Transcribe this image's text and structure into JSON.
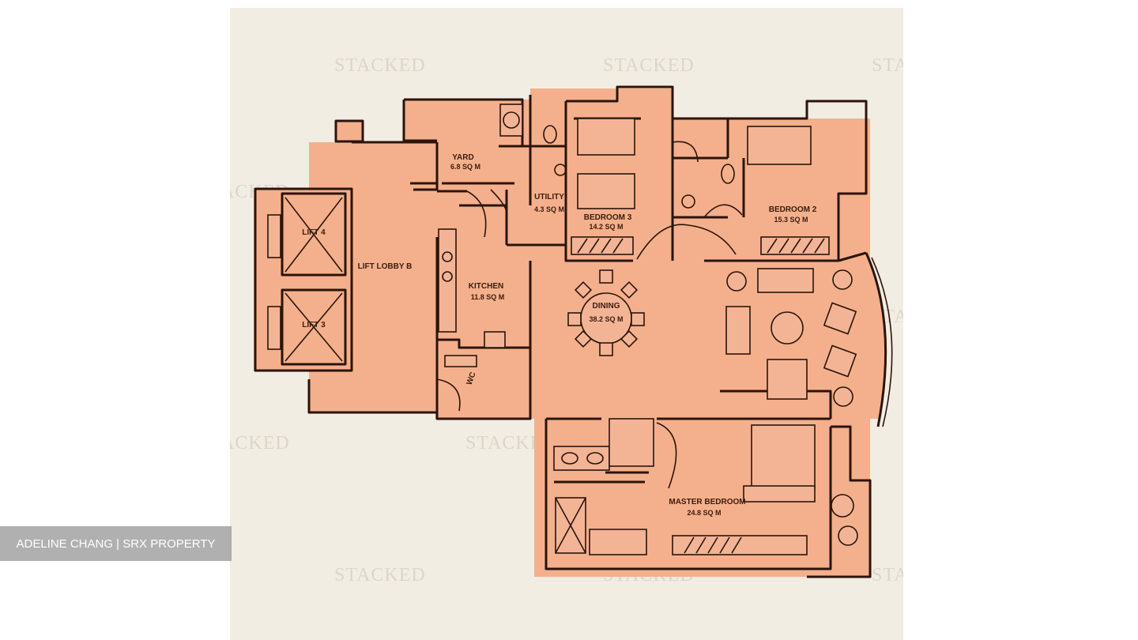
{
  "watermark": "STACKED",
  "credit": "ADELINE CHANG | SRX PROPERTY",
  "colors": {
    "paper": "#f2ede3",
    "floor": "#f4b08c",
    "wall": "#2b140a",
    "watermark": "#ddd5c8",
    "credit_bg": "#969696"
  },
  "rooms": {
    "yard": {
      "label": "YARD",
      "area": "6.8 SQ M"
    },
    "utility": {
      "label": "UTILITY",
      "area": "4.3 SQ M"
    },
    "bedroom3": {
      "label": "BEDROOM 3",
      "area": "14.2 SQ M"
    },
    "bedroom2": {
      "label": "BEDROOM 2",
      "area": "15.3 SQ M"
    },
    "kitchen": {
      "label": "KITCHEN",
      "area": "11.8 SQ M"
    },
    "dining": {
      "label": "DINING",
      "area": "38.2 SQ M"
    },
    "master": {
      "label": "MASTER BEDROOM",
      "area": "24.8 SQ M"
    },
    "lobby": {
      "label": "LIFT LOBBY B"
    },
    "lift4": {
      "label": "LIFT 4"
    },
    "lift3": {
      "label": "LIFT 3"
    },
    "wc": {
      "label": "WC"
    }
  }
}
